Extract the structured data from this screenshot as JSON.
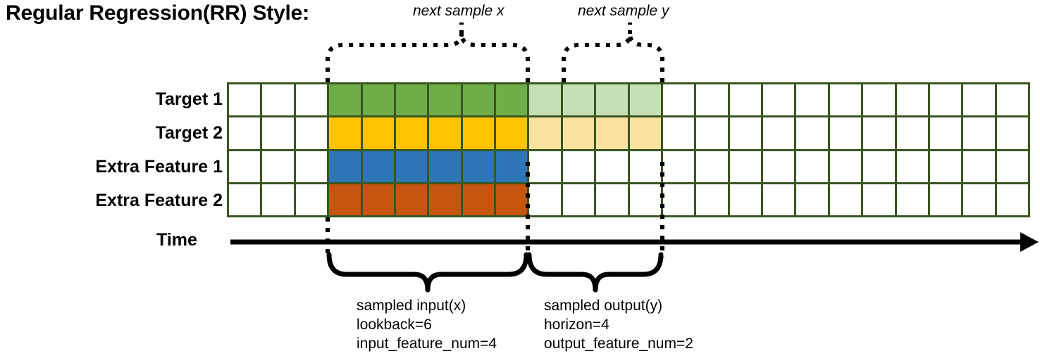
{
  "page": {
    "title": "Regular Regression(RR) Style:"
  },
  "colors": {
    "grid_border": "#3a5620",
    "target1": "#6FAD4B",
    "target1_faded": "#C6DFB4",
    "target2": "#FFC300",
    "target2_faded": "#FCE2A0",
    "extra1": "#2E75B6",
    "extra2": "#C5550F",
    "empty": "#FFFFFF",
    "ink": "#000000"
  },
  "grid": {
    "columns": 24,
    "rows": 4,
    "lead_empty_cols": 3,
    "input_cols": 6,
    "output_cols": 4,
    "trail_empty_cols": 11,
    "row_labels": [
      "Target 1",
      "Target 2",
      "Extra Feature 1",
      "Extra Feature 2"
    ],
    "cells": [
      [
        "empty",
        "empty",
        "empty",
        "green",
        "green",
        "green",
        "green",
        "green",
        "green",
        "green-light",
        "green-light",
        "green-light",
        "green-light",
        "empty",
        "empty",
        "empty",
        "empty",
        "empty",
        "empty",
        "empty",
        "empty",
        "empty",
        "empty",
        "empty"
      ],
      [
        "empty",
        "empty",
        "empty",
        "yellow",
        "yellow",
        "yellow",
        "yellow",
        "yellow",
        "yellow",
        "yellow-light",
        "yellow-light",
        "yellow-light",
        "yellow-light",
        "empty",
        "empty",
        "empty",
        "empty",
        "empty",
        "empty",
        "empty",
        "empty",
        "empty",
        "empty",
        "empty"
      ],
      [
        "empty",
        "empty",
        "empty",
        "blue",
        "blue",
        "blue",
        "blue",
        "blue",
        "blue",
        "empty",
        "empty",
        "empty",
        "empty",
        "empty",
        "empty",
        "empty",
        "empty",
        "empty",
        "empty",
        "empty",
        "empty",
        "empty",
        "empty",
        "empty"
      ],
      [
        "empty",
        "empty",
        "empty",
        "orange",
        "orange",
        "orange",
        "orange",
        "orange",
        "orange",
        "empty",
        "empty",
        "empty",
        "empty",
        "empty",
        "empty",
        "empty",
        "empty",
        "empty",
        "empty",
        "empty",
        "empty",
        "empty",
        "empty",
        "empty"
      ]
    ]
  },
  "axis": {
    "time_label": "Time"
  },
  "top_annotations": {
    "next_sample_x": "next sample x",
    "next_sample_y": "next sample y"
  },
  "bottom_annotations": {
    "input": {
      "line1": "sampled input(x)",
      "line2": "lookback=6",
      "line3": "input_feature_num=4"
    },
    "output": {
      "line1": "sampled output(y)",
      "line2": "horizon=4",
      "line3": "output_feature_num=2"
    }
  }
}
